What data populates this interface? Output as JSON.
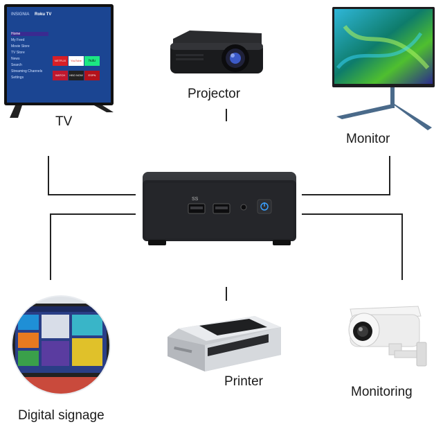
{
  "hub": {
    "name": "mini-pc",
    "port_label_1": "SS",
    "color": "#1e1f22"
  },
  "devices": {
    "tv": {
      "label": "TV",
      "brand": "INSIGNIA",
      "platform": "Roku TV",
      "menu": [
        "Home",
        "My Feed",
        "Movie Store",
        "TV Store",
        "News",
        "Search",
        "Streaming Channels",
        "Settings"
      ],
      "apps": [
        "NETFLIX",
        "YouTube",
        "hulu",
        "WATCH",
        "HBO NOW",
        "ESPN"
      ]
    },
    "projector": {
      "label": "Projector"
    },
    "monitor": {
      "label": "Monitor"
    },
    "digital_signage": {
      "label": "Digital signage"
    },
    "printer": {
      "label": "Printer"
    },
    "monitoring": {
      "label": "Monitoring"
    }
  },
  "colors": {
    "wire": "#222222",
    "tv_screen": "#1d4f9e",
    "monitor_screen": "#1fa0a6",
    "netflix": "#d81f26",
    "youtube": "#e62117",
    "hulu": "#1ce783",
    "hbo": "#222222"
  }
}
